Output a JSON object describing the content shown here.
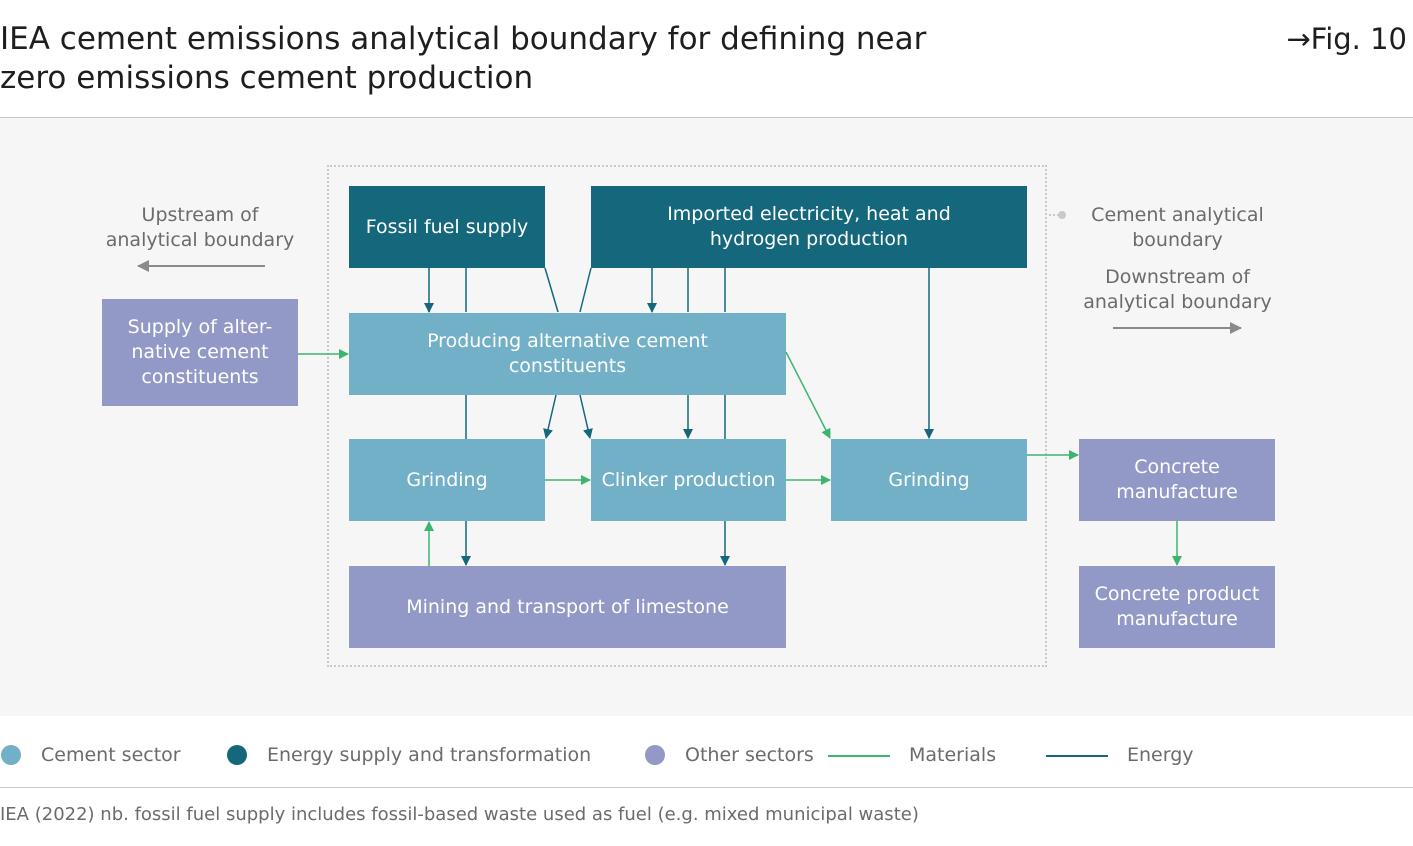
{
  "header": {
    "title": "IEA cement emissions analytical boundary for defining near zero emissions cement production",
    "fig_label": "Fig. 10"
  },
  "colors": {
    "cement_sector": "#72b0c7",
    "energy_supply": "#15677b",
    "other_sectors": "#9399c6",
    "materials_flow": "#3cb56e",
    "energy_flow": "#15677b"
  },
  "diagram": {
    "upstream_label": "Upstream of analytical boundary",
    "boundary_label": "Cement analytical boundary",
    "downstream_label": "Downstream of analytical boundary",
    "nodes": {
      "fossil_fuel": "Fossil fuel supply",
      "imported_energy": "Imported electricity, heat and hydrogen production",
      "supply_alt": "Supply of alter-native cement constituents",
      "producing_alt": "Producing alternative cement constituents",
      "grinding_raw": "Grinding",
      "clinker": "Clinker production",
      "grinding_cement": "Grinding",
      "concrete": "Concrete manufacture",
      "concrete_product": "Concrete product manufacture",
      "mining": "Mining and transport of limestone"
    }
  },
  "legend": {
    "cement_sector": "Cement sector",
    "energy_supply": "Energy supply and transformation",
    "other_sectors": "Other sectors",
    "materials": "Materials",
    "energy": "Energy"
  },
  "footer": {
    "source": "IEA (2022) nb. fossil fuel supply includes fossil-based waste used as fuel (e.g. mixed municipal waste)"
  }
}
